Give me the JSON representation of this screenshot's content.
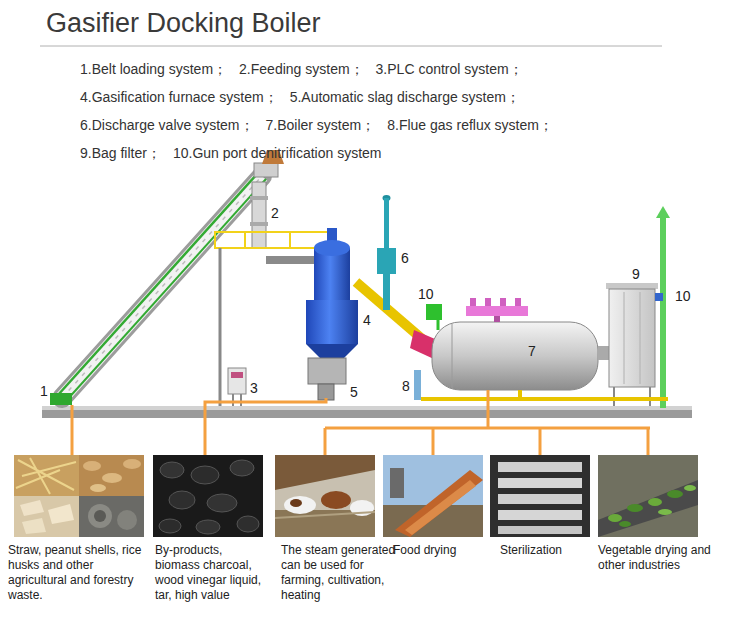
{
  "diagram": {
    "title": "Gasifier Docking Boiler",
    "nodes": [
      {
        "text": [
          "Straw, peanut shells, rice husks and other agricultural and forestry waste."
        ]
      },
      {
        "text": [
          "By-products, biomass charcoal, wood vinegar liquid, tar, high value"
        ]
      },
      {
        "text": [
          "The steam generated can be used for farming, cultivation, heating"
        ]
      },
      {
        "text": [
          "Food drying"
        ]
      },
      {
        "text": [
          "Sterilization"
        ]
      },
      {
        "text": [
          "Vegetable drying and other industries"
        ]
      }
    ],
    "labels": [
      "1.Belt loading system；",
      "2.Feeding system；",
      "3.PLC control system；",
      "4.Gasification furnace system；",
      "5.Automatic slag discharge system；",
      "6.Discharge valve system；",
      "7.Boiler system；",
      "8.Flue gas reflux system；",
      "9.Bag filter；",
      "10.Gun port denitrification system",
      "1",
      "2",
      "3",
      "4",
      "5",
      "6",
      "7",
      "8",
      "9",
      "10",
      "10"
    ]
  }
}
